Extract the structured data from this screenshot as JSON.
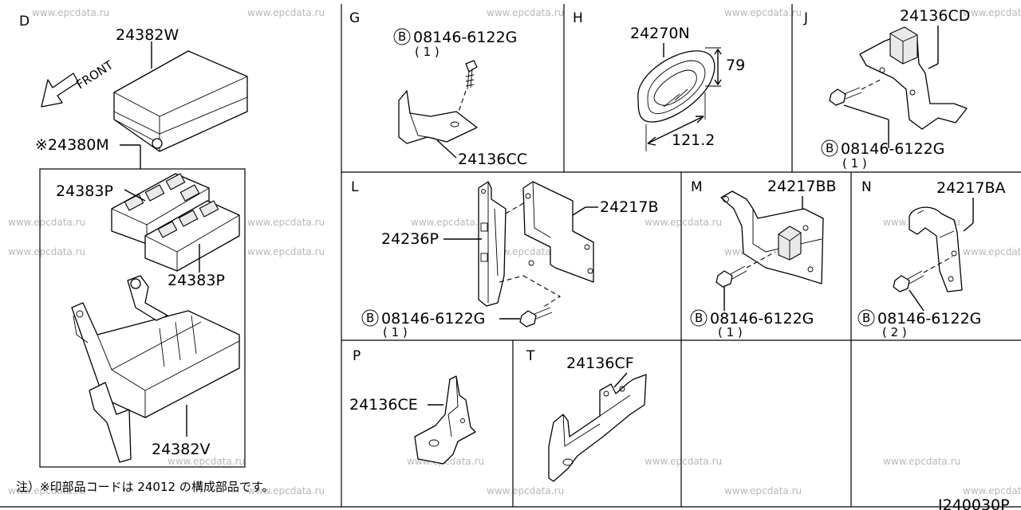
{
  "watermark": "www.epcdata.ru",
  "diagram_code": "J240030P",
  "footnote": "注）※印部品コードは 24012 の構成部品です。",
  "bolt_symbol": "B",
  "sections": {
    "D": {
      "letter": "D",
      "front_label": "FRONT",
      "cover": "24382W",
      "assembly": "※24380M",
      "fuse_block_top": "24383P",
      "fuse_block_bottom": "24383P",
      "box": "24382V"
    },
    "G": {
      "letter": "G",
      "bolt": "08146-6122G",
      "qty": "( 1 )",
      "bracket": "24136CC"
    },
    "H": {
      "letter": "H",
      "grommet": "24270N",
      "dim_height": "79",
      "dim_width": "121.2"
    },
    "J": {
      "letter": "J",
      "bracket": "24136CD",
      "bolt": "08146-6122G",
      "qty": "( 1 )"
    },
    "L": {
      "letter": "L",
      "bracket": "24217B",
      "holder": "24236P",
      "bolt": "08146-6122G",
      "qty": "( 1 )"
    },
    "M": {
      "letter": "M",
      "bracket": "24217BB",
      "bolt": "08146-6122G",
      "qty": "( 1 )"
    },
    "N": {
      "letter": "N",
      "bracket": "24217BA",
      "bolt": "08146-6122G",
      "qty": "( 2 )"
    },
    "P": {
      "letter": "P",
      "bracket": "24136CE"
    },
    "T": {
      "letter": "T",
      "bracket": "24136CF"
    }
  }
}
